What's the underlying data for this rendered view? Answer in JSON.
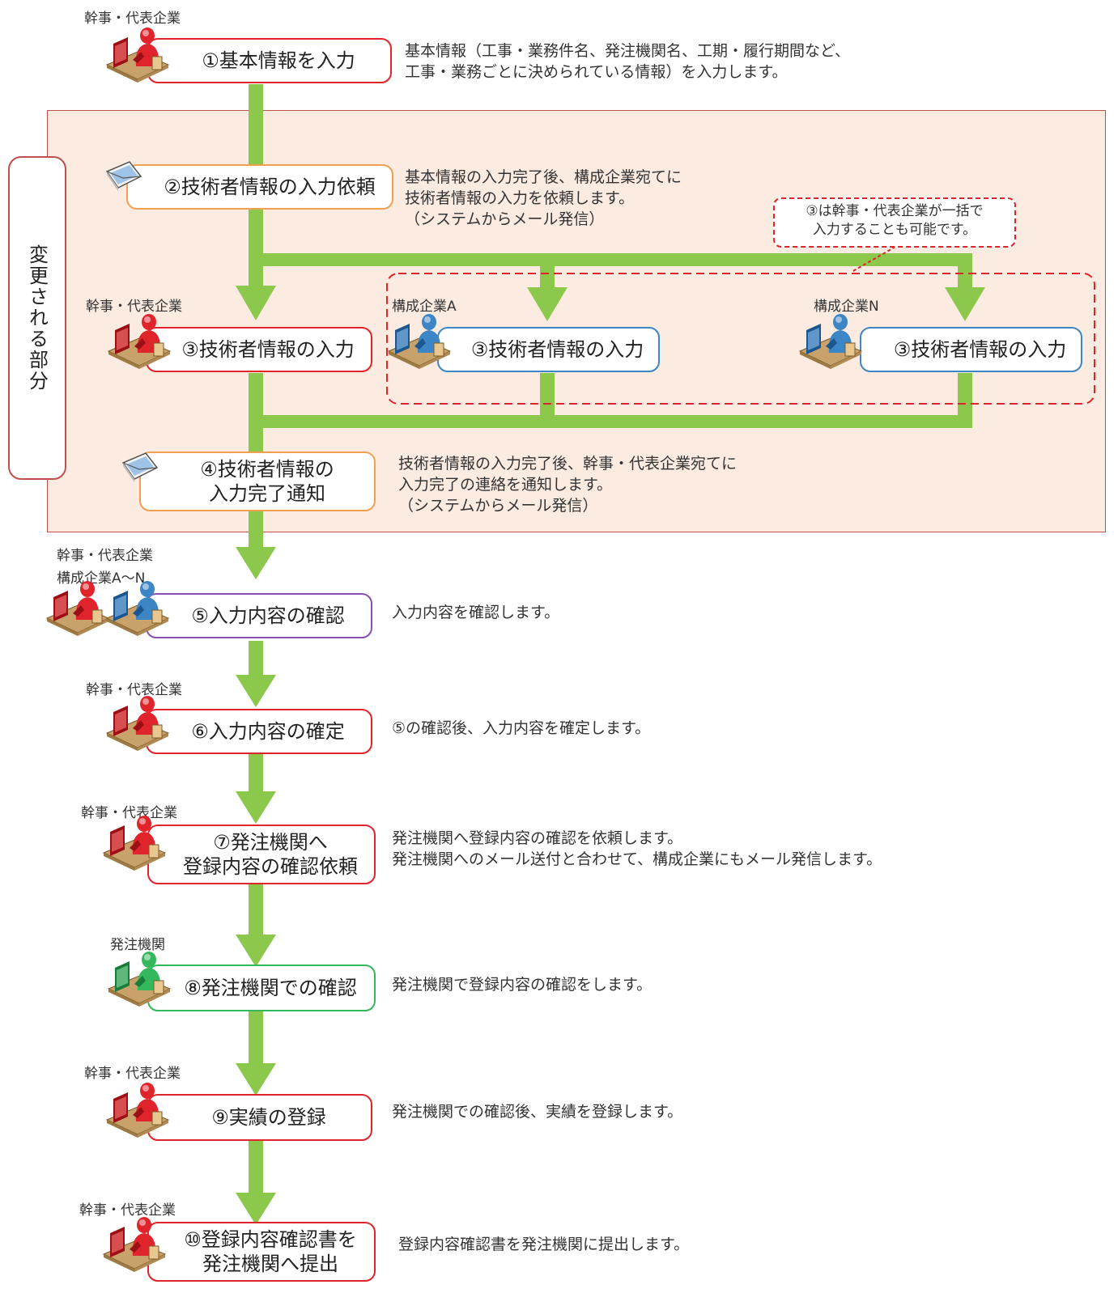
{
  "zone": {
    "label": "変更される部分"
  },
  "note": {
    "line1": "③は幹事・代表企業が一括で",
    "line2": "入力することも可能です。"
  },
  "steps": [
    {
      "id": "s1",
      "actor": "幹事・代表企業",
      "label": "①基本情報を入力",
      "desc": [
        "基本情報（工事・業務件名、発注機関名、工期・履行期間など、",
        "工事・業務ごとに決められている情報）を入力します。"
      ]
    },
    {
      "id": "s2",
      "label": "②技術者情報の入力依頼",
      "desc": [
        "基本情報の入力完了後、構成企業宛てに",
        "技術者情報の入力を依頼します。",
        "（システムからメール発信）"
      ]
    },
    {
      "id": "s3",
      "actor": "幹事・代表企業",
      "label": "③技術者情報の入力"
    },
    {
      "id": "s3a",
      "actor": "構成企業A",
      "label": "③技術者情報の入力"
    },
    {
      "id": "s3n",
      "actor": "構成企業N",
      "label": "③技術者情報の入力"
    },
    {
      "id": "s4",
      "label_lines": [
        "④技術者情報の",
        "入力完了通知"
      ],
      "desc": [
        "技術者情報の入力完了後、幹事・代表企業宛てに",
        "入力完了の連絡を通知します。",
        "（システムからメール発信）"
      ]
    },
    {
      "id": "s5",
      "actor_lines": [
        "幹事・代表企業",
        "構成企業A〜N"
      ],
      "label": "⑤入力内容の確認",
      "desc": [
        "入力内容を確認します。"
      ]
    },
    {
      "id": "s6",
      "actor": "幹事・代表企業",
      "label": "⑥入力内容の確定",
      "desc": [
        "⑤の確認後、入力内容を確定します。"
      ]
    },
    {
      "id": "s7",
      "actor": "幹事・代表企業",
      "label_lines": [
        "⑦発注機関へ",
        "登録内容の確認依頼"
      ],
      "desc": [
        "発注機関へ登録内容の確認を依頼します。",
        "発注機関へのメール送付と合わせて、構成企業にもメール発信します。"
      ]
    },
    {
      "id": "s8",
      "actor": "発注機関",
      "label": "⑧発注機関での確認",
      "desc": [
        "発注機関で登録内容の確認をします。"
      ]
    },
    {
      "id": "s9",
      "actor": "幹事・代表企業",
      "label": "⑨実績の登録",
      "desc": [
        "発注機関での確認後、実績を登録します。"
      ]
    },
    {
      "id": "s10",
      "actor": "幹事・代表企業",
      "label_lines": [
        "⑩登録内容確認書を",
        "発注機関へ提出"
      ],
      "desc": [
        "登録内容確認書を発注機関に提出します。"
      ]
    }
  ],
  "colors": {
    "flow": "#8cc84b",
    "zone_fill": "#fcebe0",
    "zone_border": "#c0504d",
    "red": "#e0242b",
    "blue": "#3d86c6",
    "green": "#35b75c",
    "orange": "#f0a050",
    "purple": "#8a4fb4"
  },
  "icons": {
    "person_red": "person-at-desk-red-icon",
    "person_blue": "person-at-desk-blue-icon",
    "person_green": "person-at-desk-green-icon",
    "mail": "envelope-icon"
  }
}
